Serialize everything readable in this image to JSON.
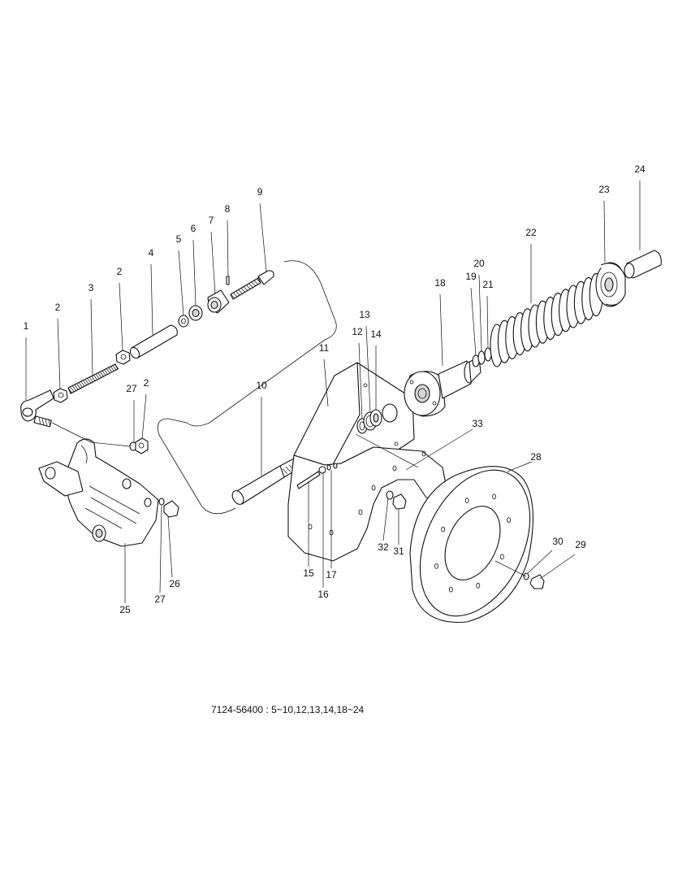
{
  "diagram": {
    "part_numbers": [
      "1",
      "2",
      "3",
      "2",
      "4",
      "5",
      "6",
      "7",
      "8",
      "9",
      "27",
      "2",
      "10",
      "11",
      "12",
      "13",
      "14",
      "18",
      "19",
      "20",
      "21",
      "22",
      "23",
      "24",
      "33",
      "28",
      "30",
      "29",
      "32",
      "31",
      "15",
      "16",
      "17",
      "26",
      "27",
      "25"
    ],
    "footnote": "7124-56400 : 5~10,12,13,14,18~24"
  }
}
